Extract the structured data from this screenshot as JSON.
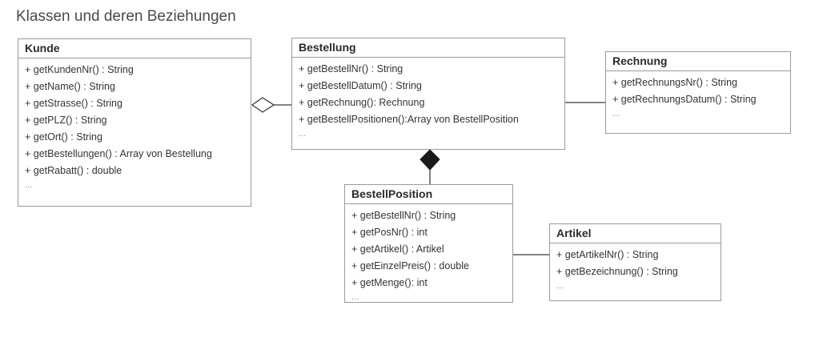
{
  "title": "Klassen und deren Beziehungen",
  "classes": {
    "kunde": {
      "name": "Kunde",
      "methods": [
        "+ getKundenNr() : String",
        "+ getName() : String",
        "+ getStrasse() : String",
        "+ getPLZ() : String",
        "+ getOrt() : String",
        "+ getBestellungen() : Array von Bestellung",
        "+ getRabatt() : double"
      ],
      "more": "..."
    },
    "bestellung": {
      "name": "Bestellung",
      "methods": [
        "+ getBestellNr() : String",
        "+ getBestellDatum() : String",
        "+ getRechnung(): Rechnung",
        "+ getBestellPositionen():Array von BestellPosition"
      ],
      "more": "..."
    },
    "rechnung": {
      "name": "Rechnung",
      "methods": [
        "+ getRechnungsNr() : String",
        "+ getRechnungsDatum() : String"
      ],
      "more": "..."
    },
    "bestellposition": {
      "name": "BestellPosition",
      "methods": [
        "+ getBestellNr() : String",
        "+ getPosNr() : int",
        "+ getArtikel() : Artikel",
        "+ getEinzelPreis() : double",
        "+ getMenge(): int"
      ],
      "more": "..."
    },
    "artikel": {
      "name": "Artikel",
      "methods": [
        "+ getArtikelNr() : String",
        "+ getBezeichnung() : String"
      ],
      "more": "..."
    }
  },
  "relations": [
    {
      "from": "kunde",
      "to": "bestellung",
      "kind": "aggregation"
    },
    {
      "from": "bestellung",
      "to": "rechnung",
      "kind": "association"
    },
    {
      "from": "bestellung",
      "to": "bestellposition",
      "kind": "composition"
    },
    {
      "from": "bestellposition",
      "to": "artikel",
      "kind": "association"
    }
  ],
  "colors": {
    "border": "#9a9a9a",
    "line": "#3a3a3a",
    "composition_fill": "#1a1a1a",
    "text": "#333333"
  }
}
